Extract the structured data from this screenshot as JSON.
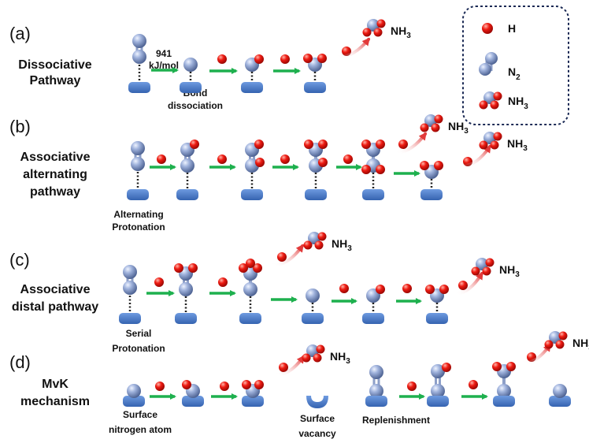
{
  "panels": [
    {
      "id": "a",
      "label": "(a)",
      "name_lines": [
        "Dissociative",
        "Pathway"
      ]
    },
    {
      "id": "b",
      "label": "(b)",
      "name_lines": [
        "Associative",
        "alternating",
        "pathway"
      ]
    },
    {
      "id": "c",
      "label": "(c)",
      "name_lines": [
        "Associative",
        "distal pathway"
      ]
    },
    {
      "id": "d",
      "label": "(d)",
      "name_lines": [
        "MvK",
        "mechanism"
      ]
    }
  ],
  "annotations": {
    "energy_value": "941",
    "energy_unit": "kJ/mol",
    "bond_line1": "Bond",
    "bond_line2": "dissociation",
    "alt_line1": "Alternating",
    "alt_line2": "Protonation",
    "serial_line1": "Serial",
    "serial_line2": "Protonation",
    "surface_atom_line1": "Surface",
    "surface_atom_line2": "nitrogen atom",
    "vacancy_line1": "Surface",
    "vacancy_line2": "vacancy",
    "replenishment": "Replenishment"
  },
  "product_label": "NH",
  "product_subscript": "3",
  "legend": {
    "h": "H",
    "n2_main": "N",
    "n2_sub": "2",
    "nh3_main": "NH",
    "nh3_sub": "3"
  },
  "colors": {
    "hydrogen": "#e8120f",
    "nitrogen": "#7f95c6",
    "surface": "#4a79c7",
    "step_arrow": "#1eb04e",
    "release_arrow": "#e23a3a",
    "legend_border": "#1b2a55"
  }
}
